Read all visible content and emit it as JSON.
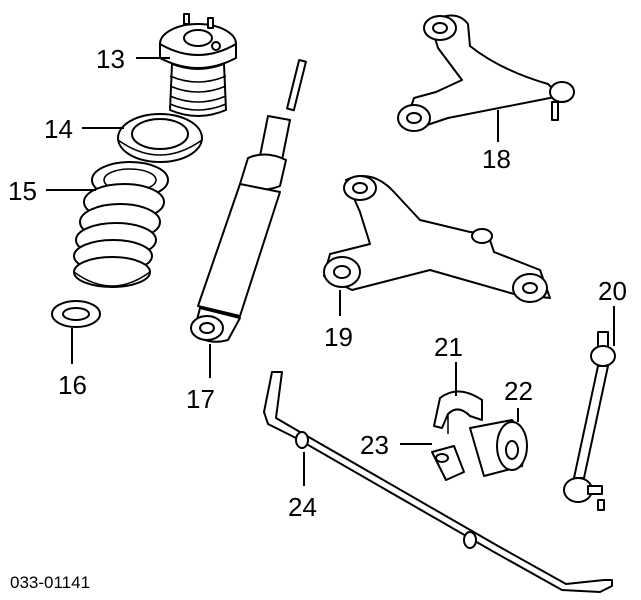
{
  "diagram": {
    "callouts": {
      "c13": "13",
      "c14": "14",
      "c15": "15",
      "c16": "16",
      "c17": "17",
      "c18": "18",
      "c19": "19",
      "c20": "20",
      "c21": "21",
      "c22": "22",
      "c23": "23",
      "c24": "24"
    },
    "diagram_code": "033-01141"
  }
}
